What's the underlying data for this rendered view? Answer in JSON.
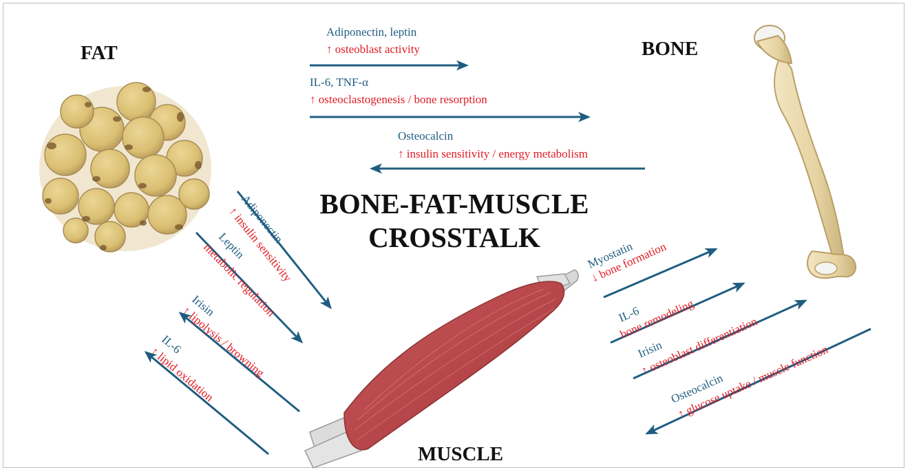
{
  "colors": {
    "signal": "#1f5d80",
    "effect": "#e01b24",
    "arrow": "#1f5d80",
    "title": "#111111",
    "fat_cell": "#d9bf72",
    "fat_spot": "#8a6a3a",
    "bone": "#e8d6a8",
    "muscle": "#b8474a",
    "tendon": "#d8d8d8"
  },
  "labels": {
    "fat": "FAT",
    "bone": "BONE",
    "muscle": "MUSCLE",
    "title_line1": "BONE-FAT-MUSCLE",
    "title_line2": "CROSSTALK"
  },
  "interactions": {
    "fat_to_bone_1": {
      "signal": "Adiponectin, leptin",
      "effect": "↑ osteoblast activity"
    },
    "fat_to_bone_2": {
      "signal": "IL-6, TNF-α",
      "effect": "↑ osteoclastogenesis  / bone resorption"
    },
    "bone_to_fat": {
      "signal": "Osteocalcin",
      "effect": "↑ insulin sensitivity / energy metabolism"
    },
    "fat_to_muscle_1": {
      "signal": "Adiponectin",
      "effect": "↑ insulin sensitivity"
    },
    "fat_to_muscle_2": {
      "signal": "Leptin",
      "effect": "metabolic regulation"
    },
    "muscle_to_fat_1": {
      "signal": "Irisin",
      "effect": "↑ lipolysis / browning"
    },
    "muscle_to_fat_2": {
      "signal": "IL-6",
      "effect": "↑ lipid oxidation"
    },
    "muscle_to_bone_1": {
      "signal": "Myostatin",
      "effect": "↓ bone formation"
    },
    "muscle_to_bone_2": {
      "signal": "IL-6",
      "effect": "bone remodeling"
    },
    "muscle_to_bone_3": {
      "signal": "Irisin",
      "effect": "↑ osteoblast differentiation"
    },
    "bone_to_muscle": {
      "signal": "Osteocalcin",
      "effect": "↑ glucose uptake / muscle function"
    }
  },
  "icons": {
    "fat": "fat-tissue-icon",
    "bone": "femur-bone-icon",
    "muscle": "skeletal-muscle-icon"
  }
}
